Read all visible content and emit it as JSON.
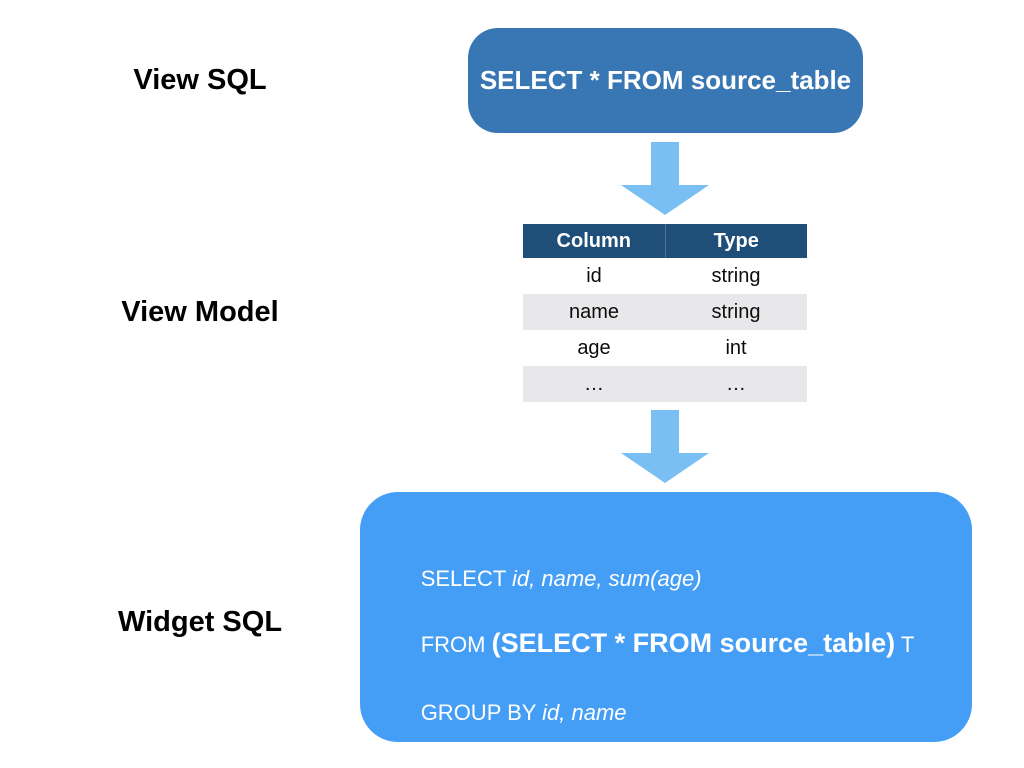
{
  "labels": {
    "view_sql": "View SQL",
    "view_model": "View Model",
    "widget_sql": "Widget SQL"
  },
  "view_sql_box": {
    "text": "SELECT * FROM source_table"
  },
  "view_model_table": {
    "headers": [
      "Column",
      "Type"
    ],
    "rows": [
      [
        "id",
        "string"
      ],
      [
        "name",
        "string"
      ],
      [
        "age",
        "int"
      ],
      [
        "…",
        "…"
      ]
    ]
  },
  "widget_sql_box": {
    "select_keyword": "SELECT ",
    "select_args": "id, name, sum(age)",
    "from_keyword": "FROM ",
    "from_subquery": "(SELECT * FROM source_table)",
    "from_alias": " T",
    "groupby_keyword": "GROUP BY ",
    "groupby_args": "id, name"
  },
  "colors": {
    "view_sql_box": "#3876b4",
    "table_header": "#1f4e79",
    "table_stripe": "#e8e8eb",
    "arrow": "#79bff3",
    "widget_sql_box": "#459ef5"
  }
}
